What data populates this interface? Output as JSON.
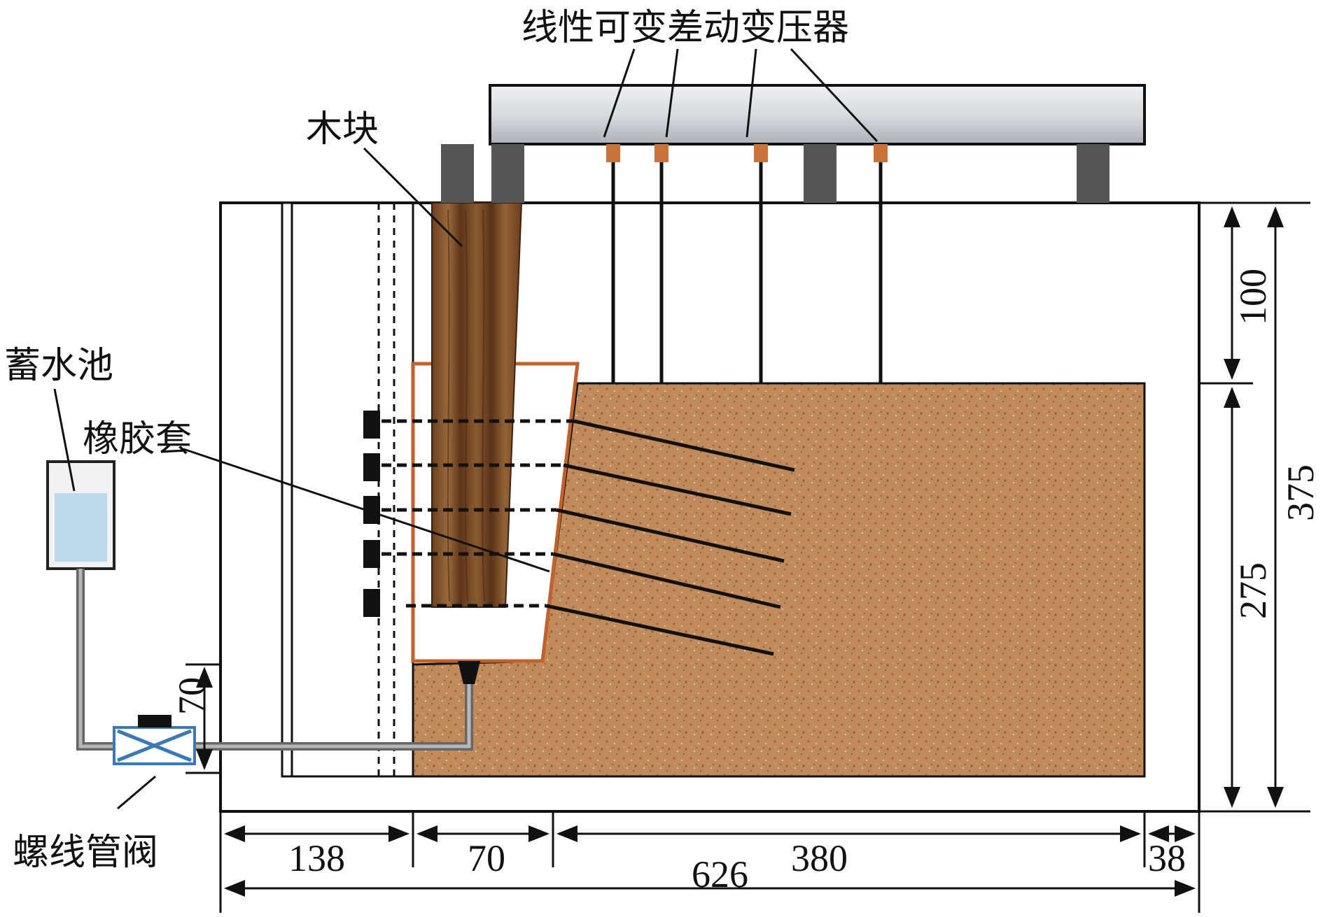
{
  "labels": {
    "lvdt": "线性可变差动变压器",
    "wood_block": "木块",
    "reservoir": "蓄水池",
    "rubber_sleeve": "橡胶套",
    "solenoid_valve": "螺线管阀"
  },
  "dimensions": {
    "d_100": "100",
    "d_375": "375",
    "d_275": "275",
    "d_70_vertical": "70",
    "d_138": "138",
    "d_70": "70",
    "d_380": "380",
    "d_38": "38",
    "d_626": "626"
  },
  "colors": {
    "soil": "#c08a5a",
    "wood": "#7a4a24",
    "sleeve_outline": "#c0622a",
    "water": "#bcd8ea",
    "lvdt_tip": "#c8733a",
    "support": "#555555",
    "valve": "#3a78b8"
  }
}
